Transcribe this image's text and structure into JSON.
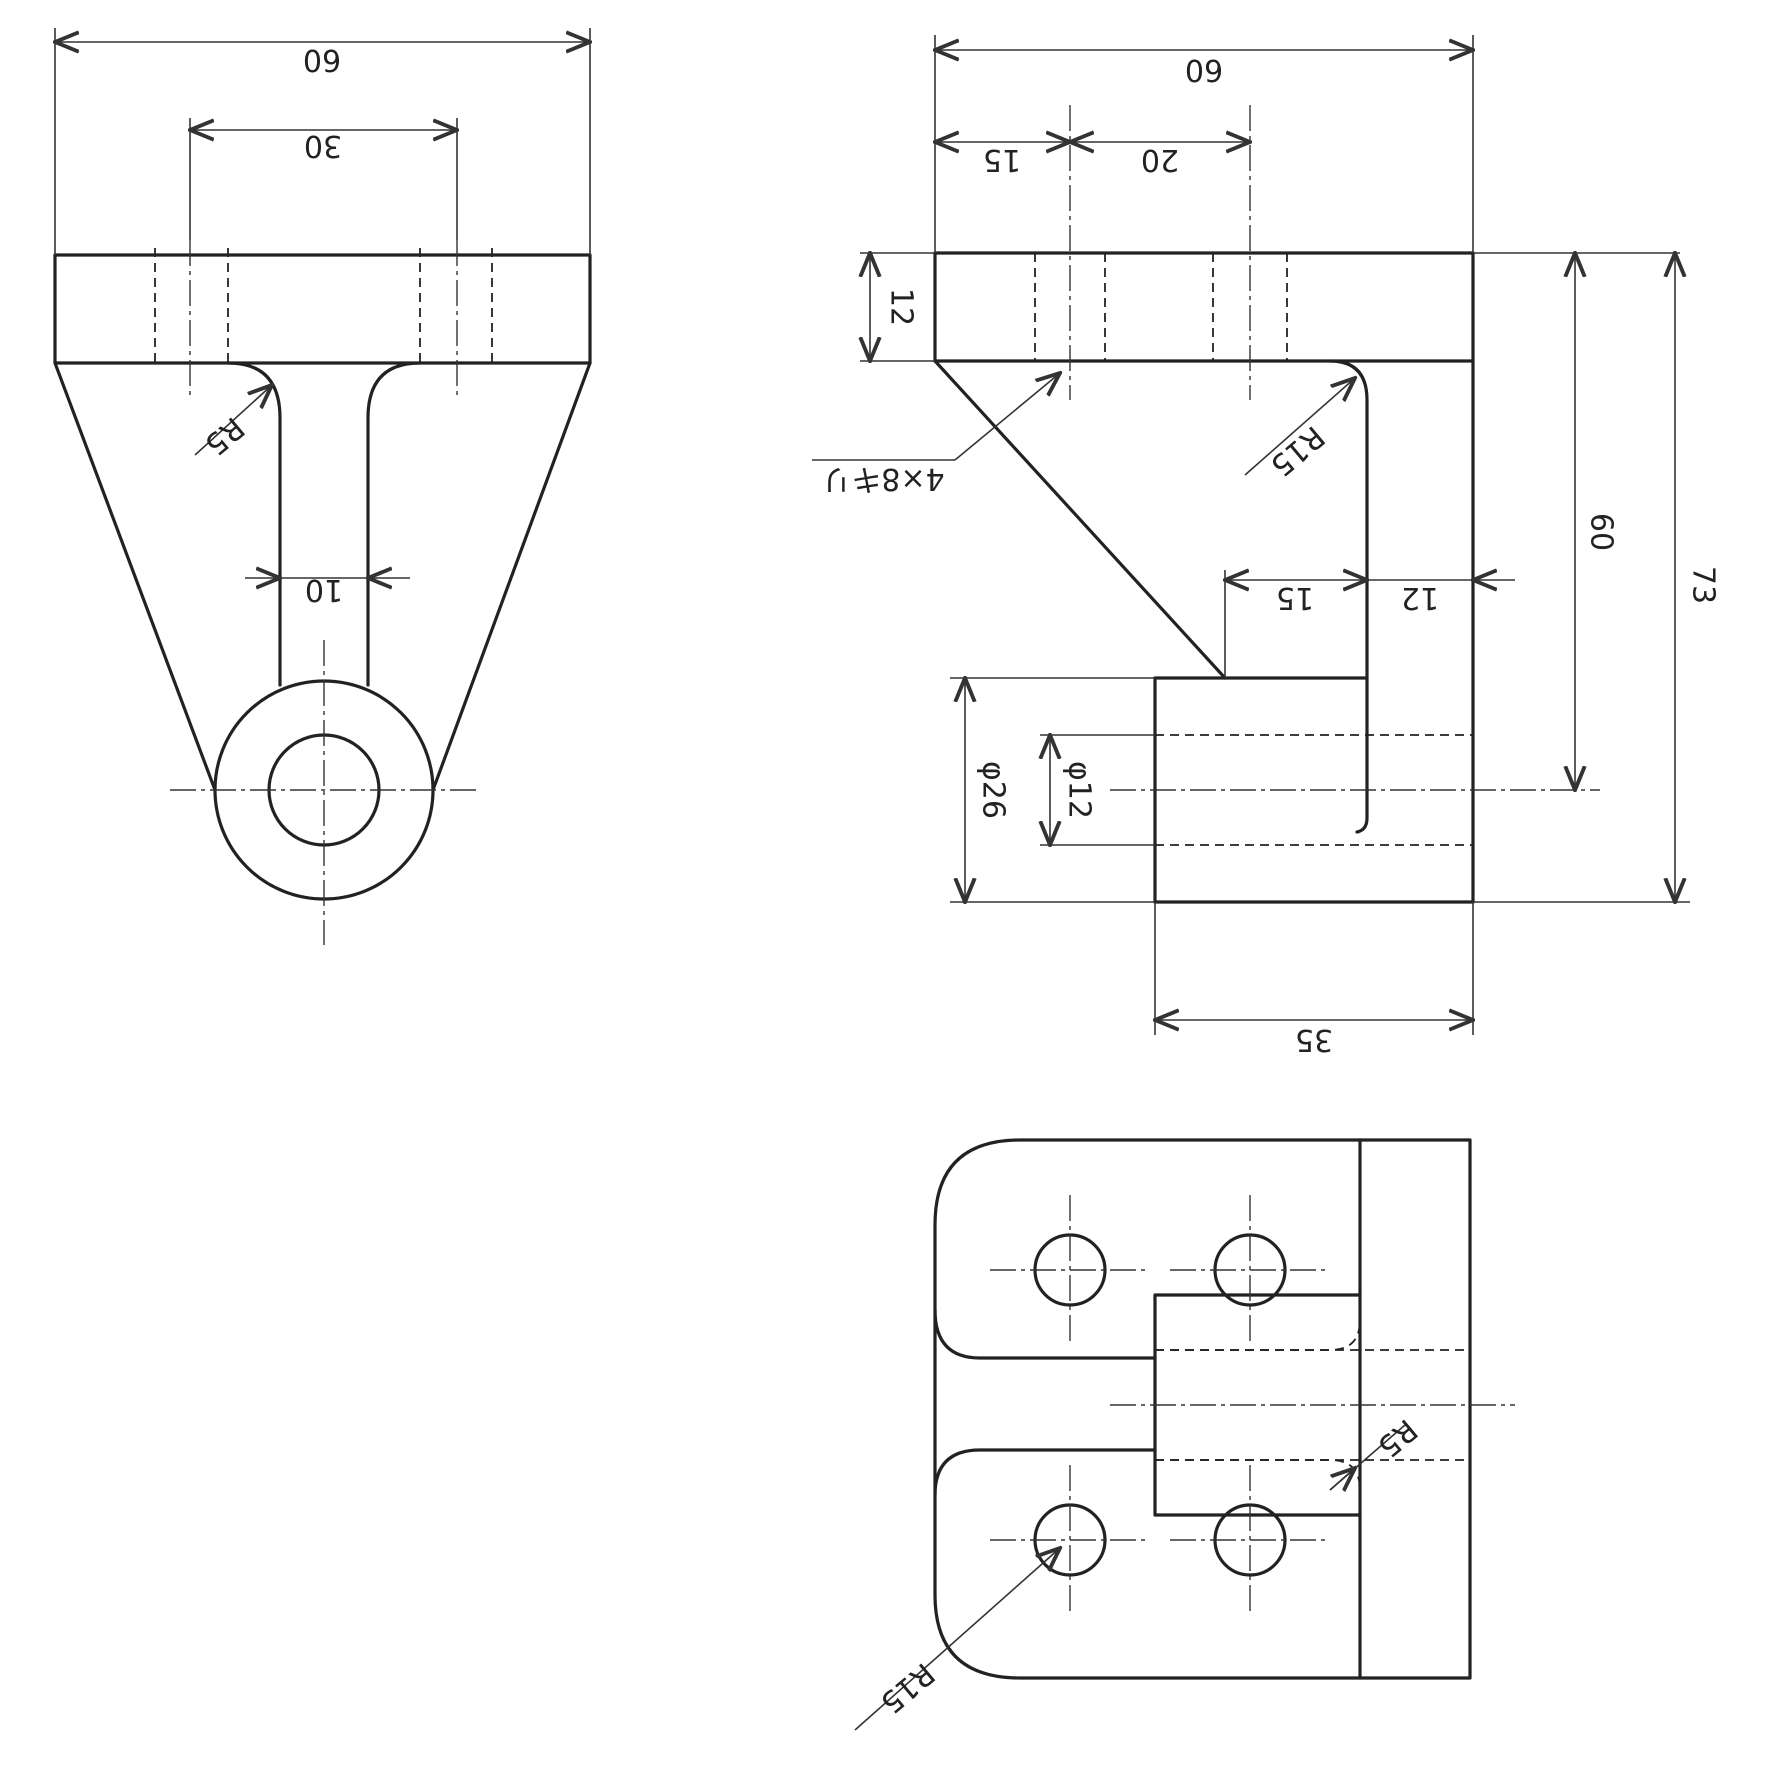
{
  "front_view": {
    "width_dim": "60",
    "hole_pitch_dim": "30",
    "fillet_dim": "R5",
    "web_thickness_dim": "10"
  },
  "side_view": {
    "width_dim": "60",
    "hole_offset_dim": "15",
    "hole_pitch_dim": "20",
    "flange_thickness_dim": "12",
    "hole_callout": "4×8キリ",
    "bend_radius_dim": "R15",
    "center_height_dim": "60",
    "overall_height_dim": "73",
    "boss_web_offset_dim": "15",
    "web_thickness_dim": "12",
    "bore_dim": "φ12",
    "boss_dia_dim": "φ26",
    "boss_length_dim": "35"
  },
  "plan_view": {
    "slot_fillet_dim": "R5",
    "corner_radius_dim": "R15"
  }
}
